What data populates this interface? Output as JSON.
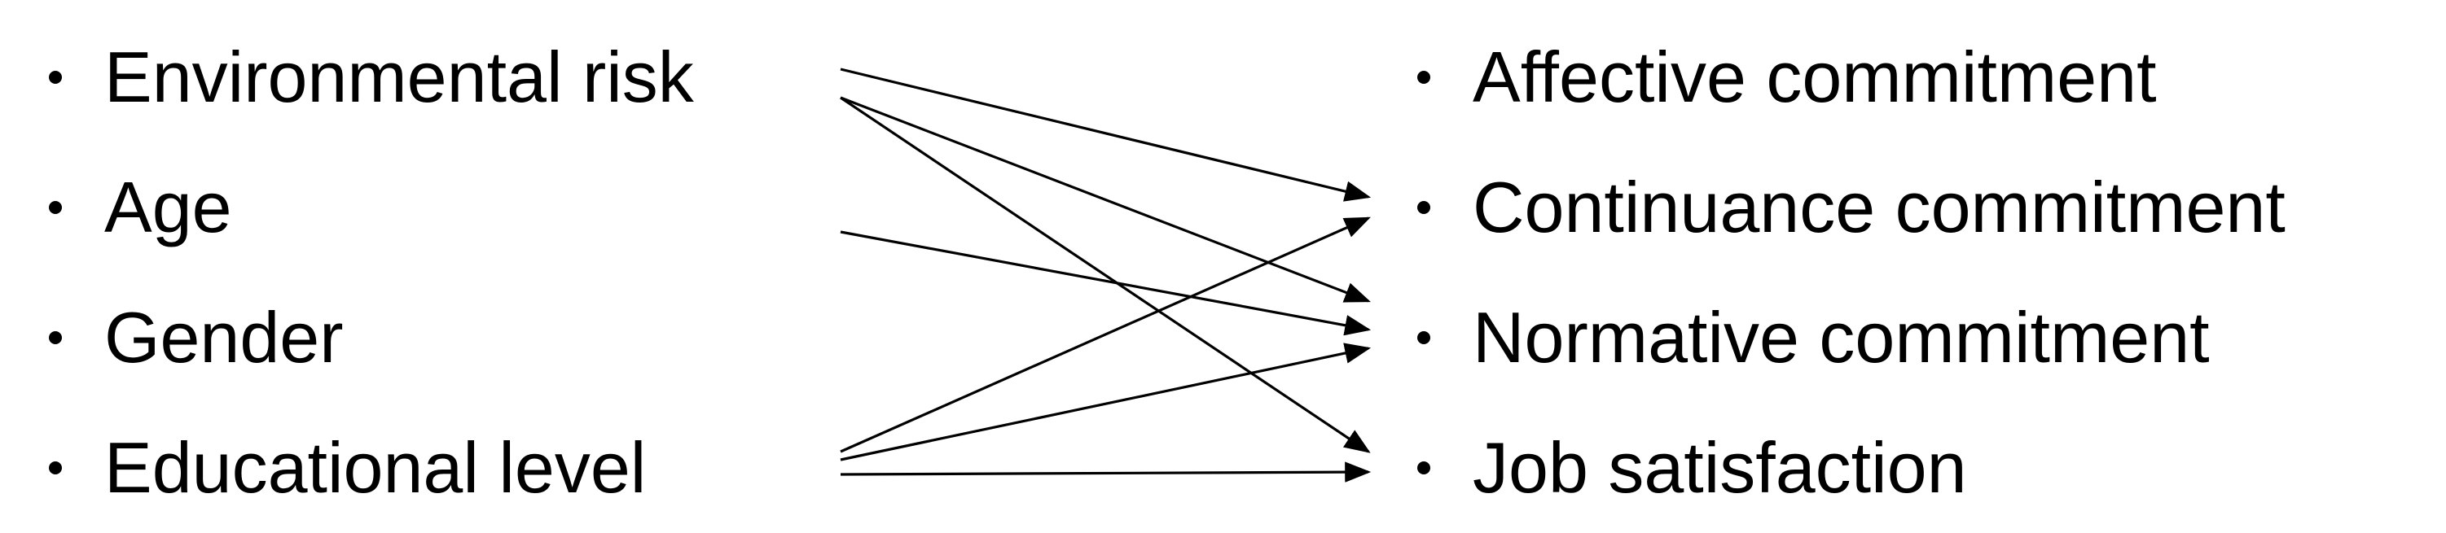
{
  "diagram": {
    "sources": [
      {
        "id": "environmental-risk",
        "label": "Environmental risk"
      },
      {
        "id": "age",
        "label": "Age"
      },
      {
        "id": "gender",
        "label": "Gender"
      },
      {
        "id": "educational-level",
        "label": "Educational level"
      }
    ],
    "targets": [
      {
        "id": "affective-commitment",
        "label": "Affective commitment"
      },
      {
        "id": "continuance-commitment",
        "label": "Continuance commitment"
      },
      {
        "id": "normative-commitment",
        "label": "Normative commitment"
      },
      {
        "id": "job-satisfaction",
        "label": "Job satisfaction"
      }
    ],
    "edges": [
      {
        "from": "environmental-risk",
        "to": "affective-commitment"
      },
      {
        "from": "environmental-risk",
        "to": "normative-commitment"
      },
      {
        "from": "environmental-risk",
        "to": "job-satisfaction"
      },
      {
        "from": "age",
        "to": "normative-commitment"
      },
      {
        "from": "educational-level",
        "to": "continuance-commitment"
      },
      {
        "from": "educational-level",
        "to": "normative-commitment"
      },
      {
        "from": "educational-level",
        "to": "job-satisfaction"
      }
    ]
  }
}
